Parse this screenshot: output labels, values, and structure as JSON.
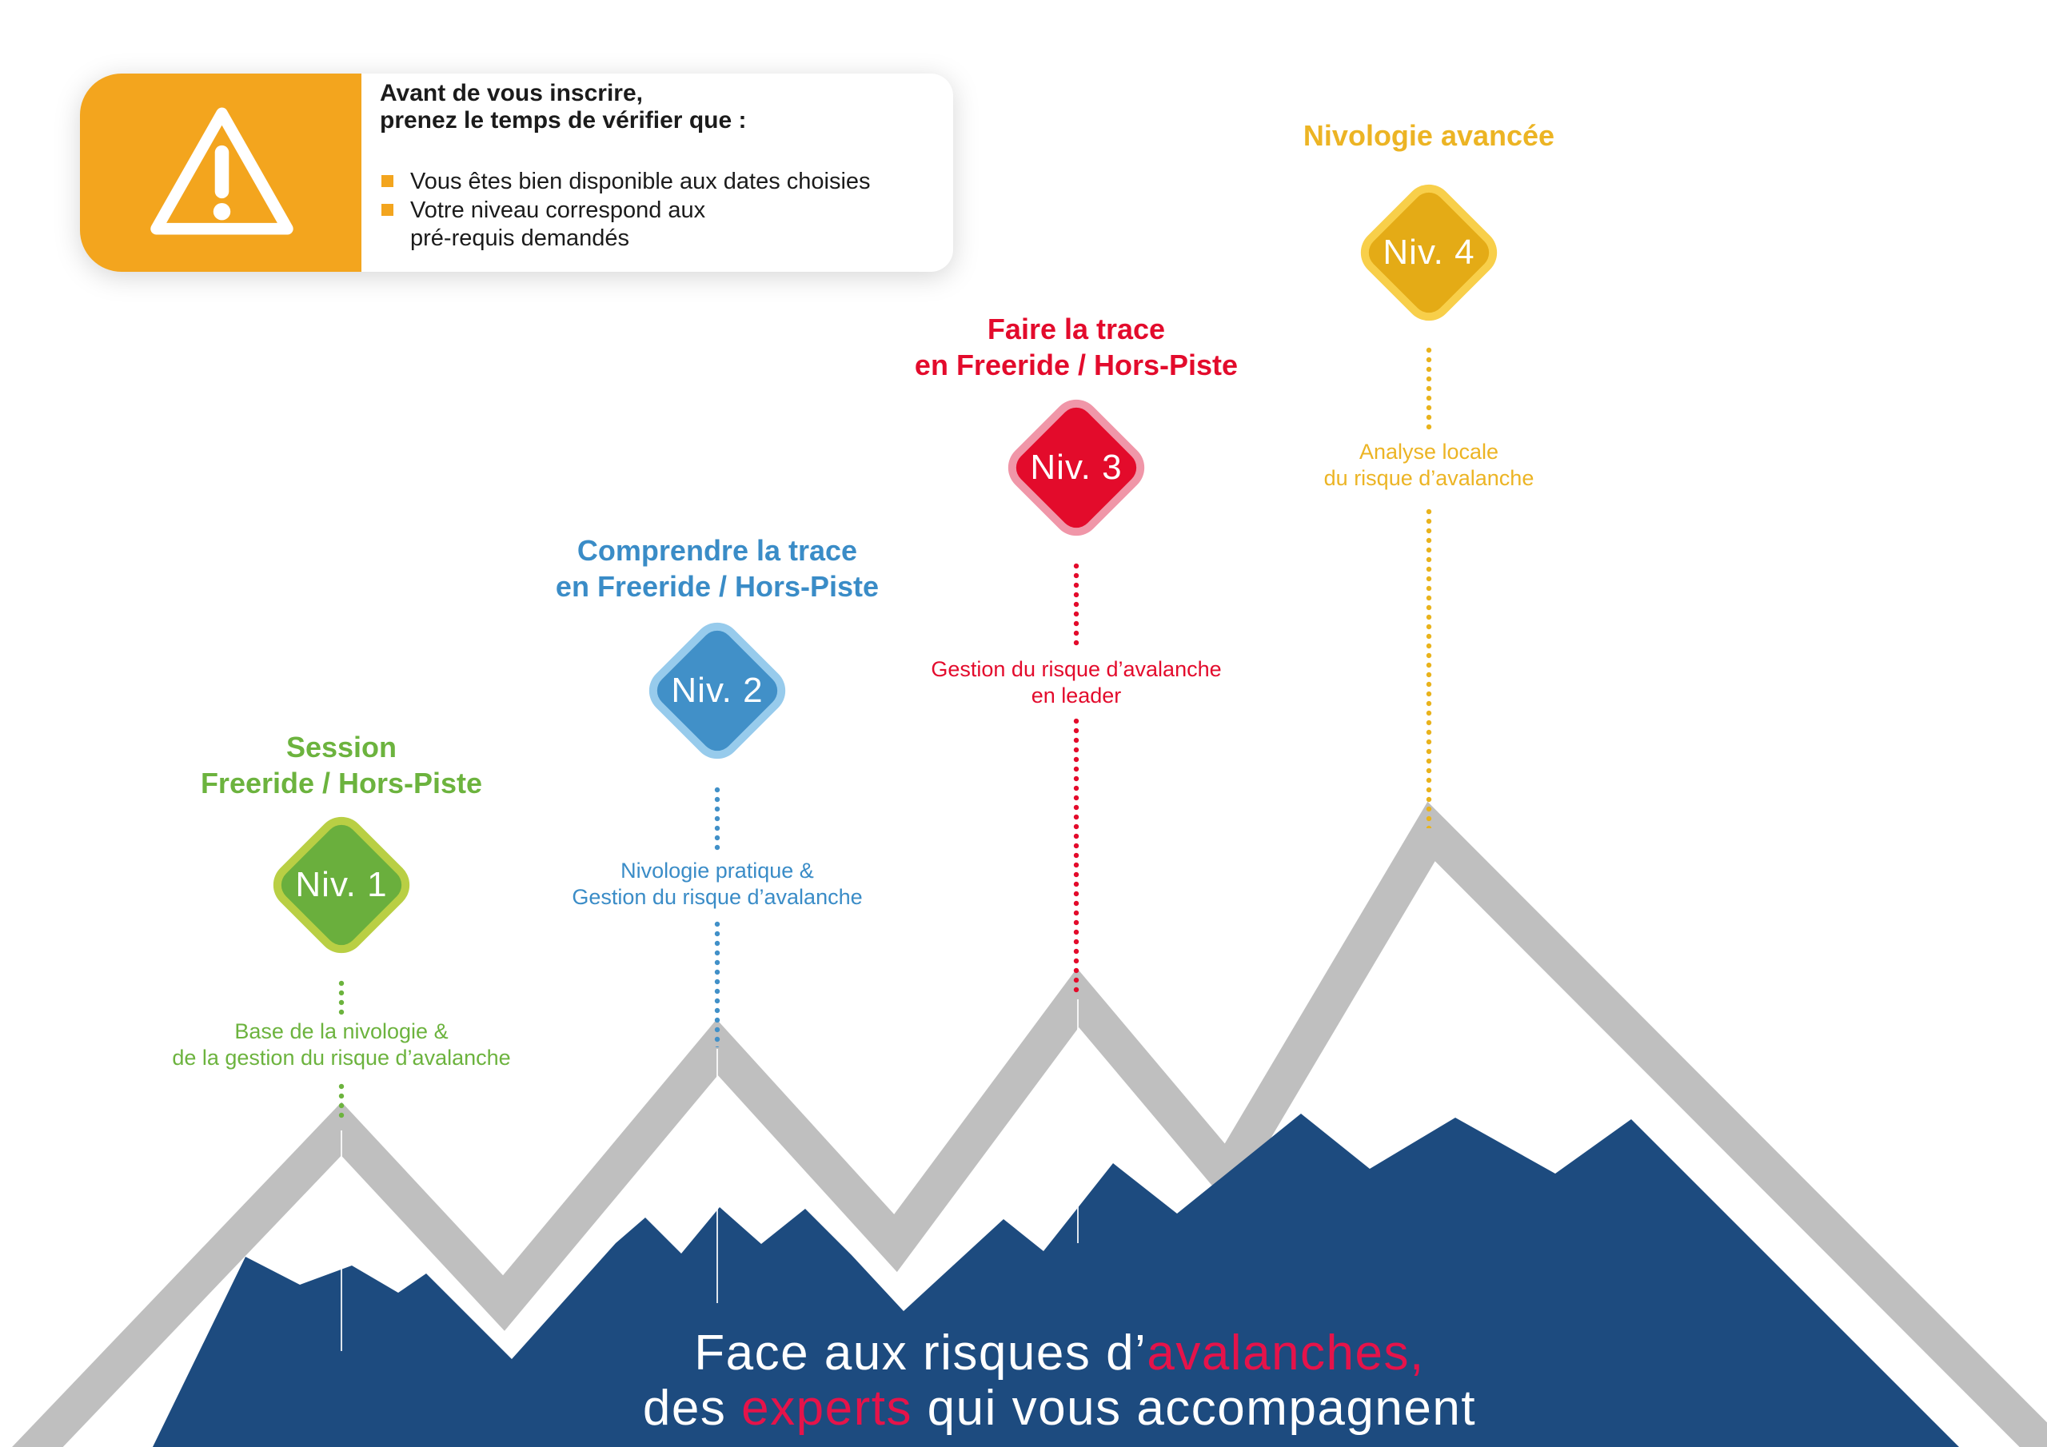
{
  "warning": {
    "icon": "warning-triangle-icon",
    "accent_color": "#f3a51e",
    "heading": "Avant de vous inscrire,\nprenez le temps de vérifier que :",
    "items": [
      "Vous êtes bien disponible aux dates choisies",
      "Votre niveau correspond aux\npré-requis demandés"
    ]
  },
  "levels": [
    {
      "badge": "Niv. 1",
      "title": "Session\nFreeride / Hors-Piste",
      "description": "Base de la nivologie &\nde la gestion du risque d’avalanche",
      "color": "#6aaf3d",
      "border_color": "#b9cf44",
      "text_color": "#6cb33e"
    },
    {
      "badge": "Niv. 2",
      "title": "Comprendre la trace\nen Freeride / Hors-Piste",
      "description": "Nivologie pratique &\nGestion du risque d’avalanche",
      "color": "#4190c8",
      "border_color": "#97cbec",
      "text_color": "#3a8cc7"
    },
    {
      "badge": "Niv. 3",
      "title": "Faire la trace\nen Freeride / Hors-Piste",
      "description": "Gestion du risque d’avalanche\nen leader",
      "color": "#e30b2b",
      "border_color": "#f096a8",
      "text_color": "#e30b2c"
    },
    {
      "badge": "Niv. 4",
      "title": "Nivologie avancée",
      "description": "Analyse locale\ndu risque d’avalanche",
      "color": "#e4ab16",
      "border_color": "#f8cf4a",
      "text_color": "#ecb424"
    }
  ],
  "headline": {
    "line1_pre": "Face aux risques d’",
    "line1_highlight": "avalanches",
    "line1_post": ",",
    "line2_pre": "des ",
    "line2_highlight": "experts",
    "line2_post": " qui vous accompagnent",
    "text_color": "#ffffff",
    "highlight_color": "#e5134a"
  },
  "mountain": {
    "ridge_color": "#bfbfbf",
    "fill_color": "#1d4b7f"
  }
}
